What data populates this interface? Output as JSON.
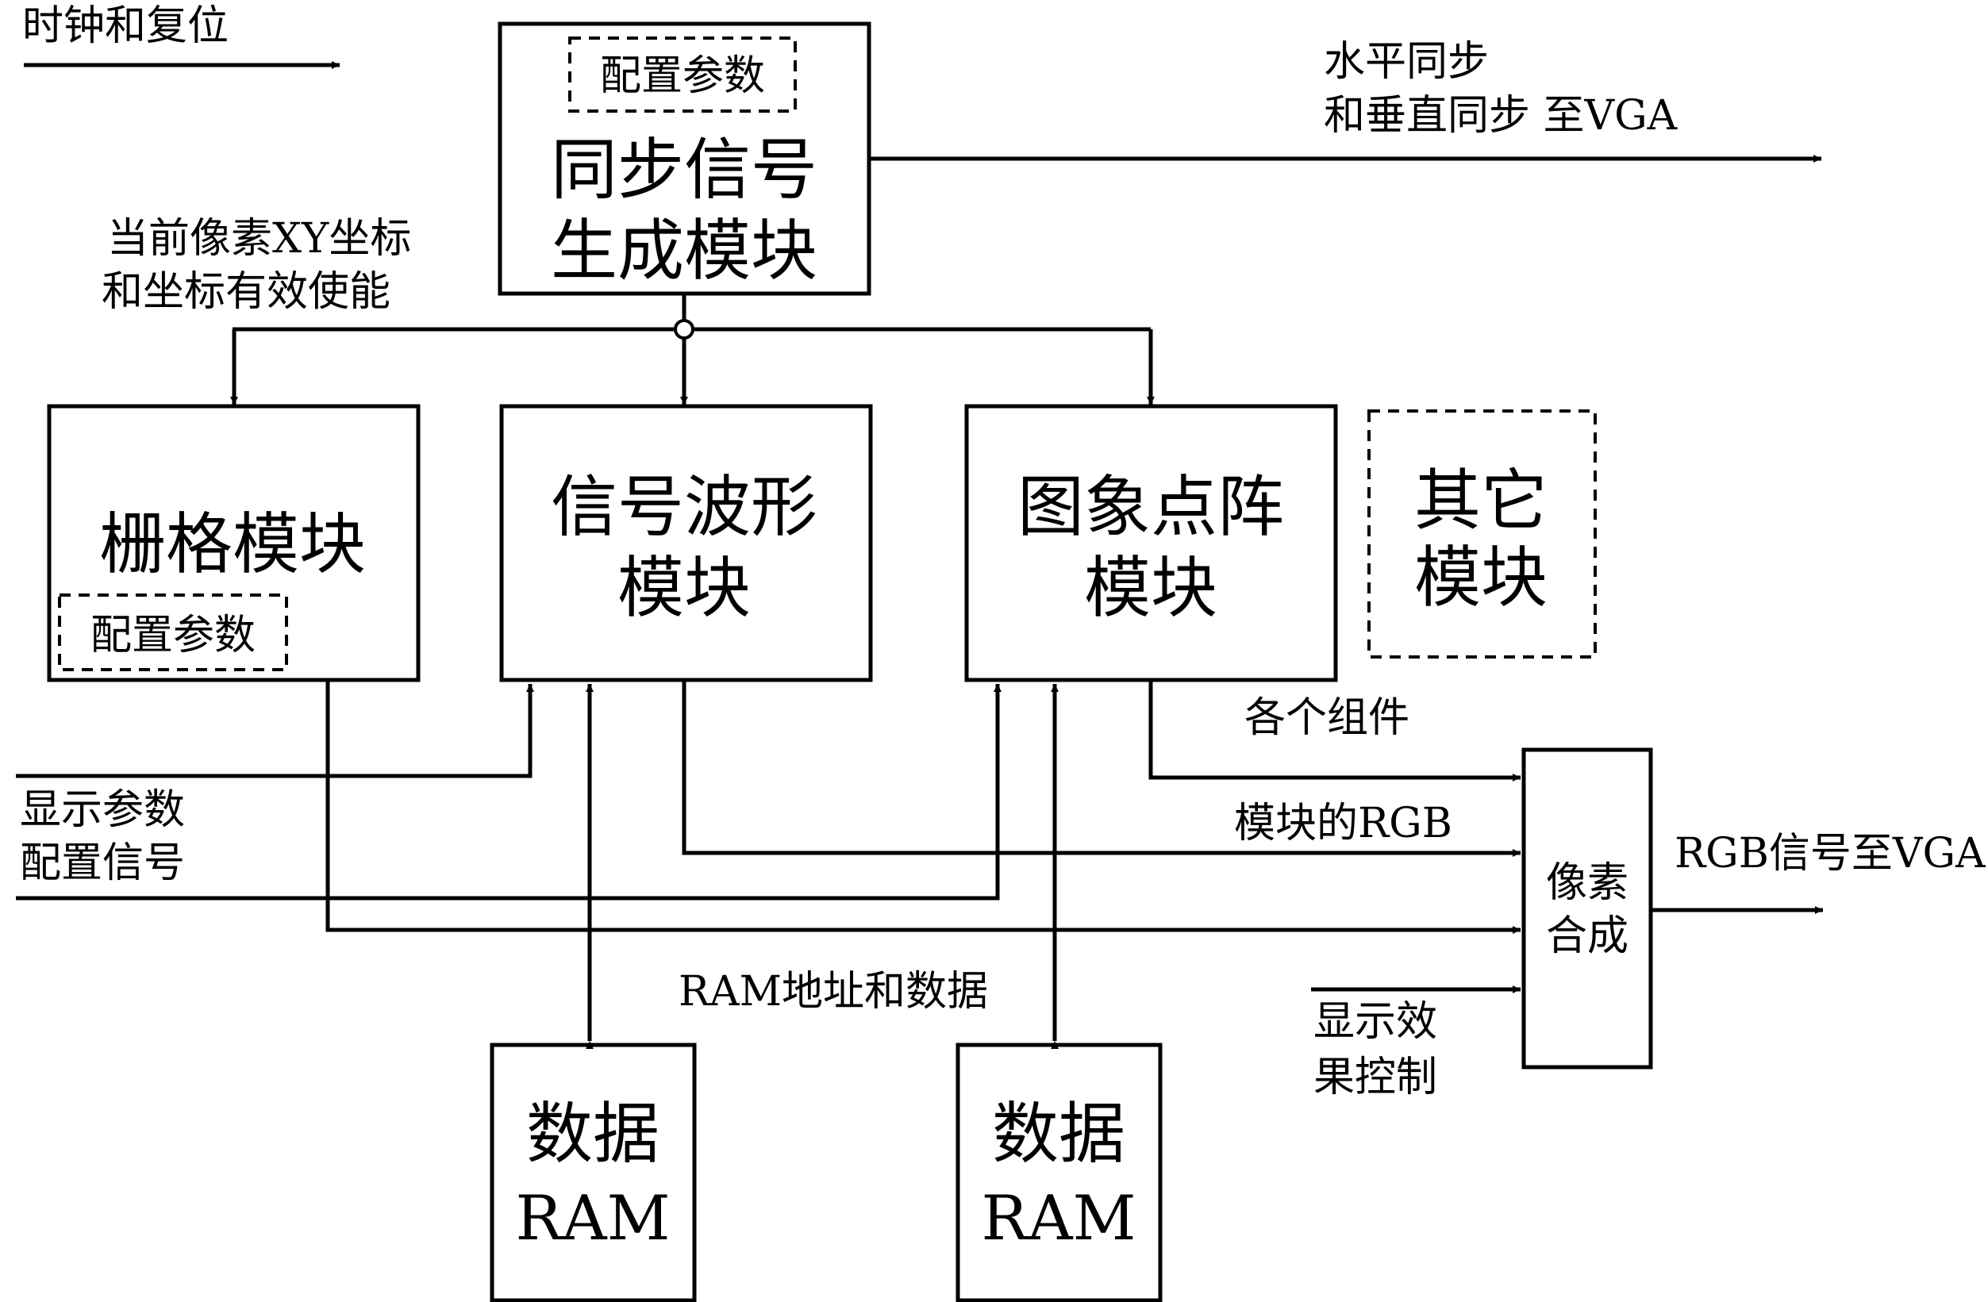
{
  "labels": {
    "clock_reset": "时钟和复位",
    "sync_config": "配置参数",
    "sync_module_l1": "同步信号",
    "sync_module_l2": "生成模块",
    "hv_sync_l1": "水平同步",
    "hv_sync_l2": "和垂直同步  至VGA",
    "xy_l1": "当前像素XY坐标",
    "xy_l2": "和坐标有效使能",
    "grid_module": "栅格模块",
    "grid_config": "配置参数",
    "wave_l1": "信号波形",
    "wave_l2": "模块",
    "image_l1": "图象点阵",
    "image_l2": "模块",
    "other_l1": "其它",
    "other_l2": "模块",
    "components_l1": "各个组件",
    "components_l2": "模块的RGB",
    "display_param_l1": "显示参数",
    "display_param_l2": "配置信号",
    "pixel_l1": "像素",
    "pixel_l2": "合成",
    "rgb_out": "RGB信号至VGA",
    "ram_addr": "RAM地址和数据",
    "effect_l1": "显示效",
    "effect_l2": "果控制",
    "ram1_l1": "数据",
    "ram1_l2": "RAM",
    "ram2_l1": "数据",
    "ram2_l2": "RAM"
  }
}
